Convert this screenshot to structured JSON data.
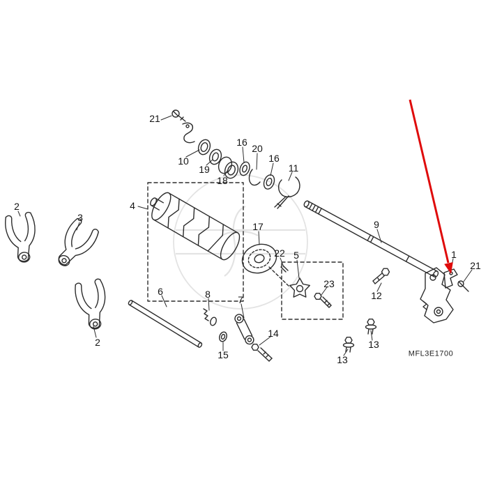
{
  "diagram": {
    "code": "MFL3E1700",
    "colors": {
      "line": "#2b2b2b",
      "arrow": "#df0b0b",
      "watermark": "#e3e3e3",
      "background": "#ffffff"
    },
    "labels": [
      {
        "text": "21"
      },
      {
        "text": "10"
      },
      {
        "text": "19"
      },
      {
        "text": "18"
      },
      {
        "text": "16"
      },
      {
        "text": "20"
      },
      {
        "text": "16"
      },
      {
        "text": "11"
      },
      {
        "text": "2"
      },
      {
        "text": "3"
      },
      {
        "text": "4"
      },
      {
        "text": "17"
      },
      {
        "text": "22"
      },
      {
        "text": "5"
      },
      {
        "text": "9"
      },
      {
        "text": "1"
      },
      {
        "text": "21"
      },
      {
        "text": "12"
      },
      {
        "text": "6"
      },
      {
        "text": "8"
      },
      {
        "text": "7"
      },
      {
        "text": "23"
      },
      {
        "text": "2"
      },
      {
        "text": "14"
      },
      {
        "text": "15"
      },
      {
        "text": "13"
      },
      {
        "text": "13"
      }
    ]
  }
}
